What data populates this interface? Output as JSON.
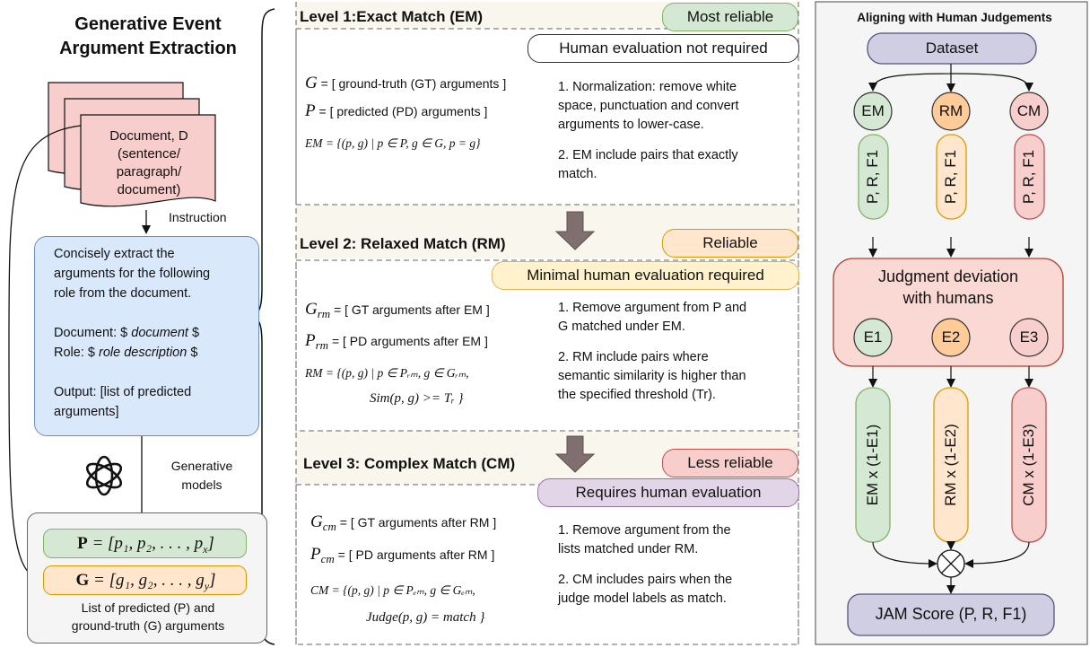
{
  "left": {
    "title_line1": "Generative Event",
    "title_line2": "Argument Extraction",
    "doc_line1": "Document, D",
    "doc_line2": "(sentence/ paragraph/",
    "doc_line3": "document)",
    "instruction": "Instruction",
    "prompt_line1": "Concisely extract the",
    "prompt_line2": "arguments for the following",
    "prompt_line3": "role from the document.",
    "prompt_doc_label": "Document: $ ",
    "prompt_doc_var": "document",
    "prompt_doc_end": " $",
    "prompt_role_label": "Role: $ ",
    "prompt_role_var": "role description",
    "prompt_role_end": " $",
    "prompt_out1": "Output: [list of predicted",
    "prompt_out2": "arguments]",
    "gen_line1": "Generative",
    "gen_line2": "models",
    "p_formula_lhs": "P",
    "p_formula_rhs": " = [p₁, p₂, . . . , p",
    "p_formula_sub": "x",
    "g_formula_lhs": "G",
    "g_formula_rhs": " = [g₁, g₂, . . . , g",
    "g_formula_sub": "y",
    "out_label1": "List of predicted (P) and",
    "out_label2": "ground-truth (G) arguments"
  },
  "levels": [
    {
      "title": "Level 1:Exact Match (EM)",
      "reliability": "Most reliable",
      "human": "Human evaluation not required",
      "defs": [
        {
          "sym": "G",
          "sub": "",
          "text": " = [ ground-truth (GT) arguments ]"
        },
        {
          "sym": "P",
          "sub": "",
          "text": " = [ predicted (PD) arguments ]"
        }
      ],
      "eq1": "EM = {(p, g) | p ∈ P, g ∈ G, p = g}",
      "eq2": "",
      "step1_1": "1. Normalization: remove white",
      "step1_2": "space, punctuation and convert",
      "step1_3": "arguments to lower-case.",
      "step2_1": "2. EM include pairs that exactly",
      "step2_2": "match.",
      "step2_3": ""
    },
    {
      "title": "Level 2: Relaxed Match (RM)",
      "reliability": "Reliable",
      "human": "Minimal human evaluation required",
      "defs": [
        {
          "sym": "G",
          "sub": "rm",
          "text": " = [ GT arguments after EM ]"
        },
        {
          "sym": "P",
          "sub": "rm",
          "text": " = [ PD arguments after EM ]"
        }
      ],
      "eq1": "RM = {(p, g) | p ∈ Pᵣₘ, g ∈ Gᵣₘ,",
      "eq2": "Sim(p, g) >= Tᵣ }",
      "step1_1": "1. Remove argument from P and",
      "step1_2": "G matched under EM.",
      "step1_3": "",
      "step2_1": "2. RM include pairs where",
      "step2_2": "semantic similarity is higher than",
      "step2_3": "the specified threshold (Tr)."
    },
    {
      "title": "Level 3: Complex Match (CM)",
      "reliability": "Less reliable",
      "human": "Requires human evaluation",
      "defs": [
        {
          "sym": "G",
          "sub": "cm",
          "text": " = [ GT arguments after RM ]"
        },
        {
          "sym": "P",
          "sub": "cm",
          "text": " = [ PD arguments after RM ]"
        }
      ],
      "eq1": "CM = {(p, g) | p ∈ Pₑₘ, g ∈ Gₑₘ,",
      "eq2": "Judge(p, g) = match }",
      "step1_1": "1. Remove argument from the",
      "step1_2": "lists matched under RM.",
      "step1_3": "",
      "step2_1": "2. CM includes pairs when the",
      "step2_2": "judge model labels as match.",
      "step2_3": ""
    }
  ],
  "right": {
    "title": "Aligning with Human Judgements",
    "dataset": "Dataset",
    "metrics": [
      "EM",
      "RM",
      "CM"
    ],
    "prf": "P, R, F1",
    "deviation_line1": "Judgment deviation",
    "deviation_line2": "with humans",
    "errors": [
      "E1",
      "E2",
      "E3"
    ],
    "adjusted": [
      "EM x (1-E1)",
      "RM x (1-E2)",
      "CM x (1-E3)"
    ],
    "jam": "JAM Score (P, R, F1)",
    "colors": {
      "green_fill": "#d5e8d4",
      "green_stroke": "#82b366",
      "orange_fill": "#ffcc99",
      "orange_stroke": "#d79b00",
      "red_fill": "#f8cecc",
      "red_stroke": "#b85450",
      "purple_fill": "#d0cee2",
      "purple_stroke": "#56517e"
    }
  }
}
